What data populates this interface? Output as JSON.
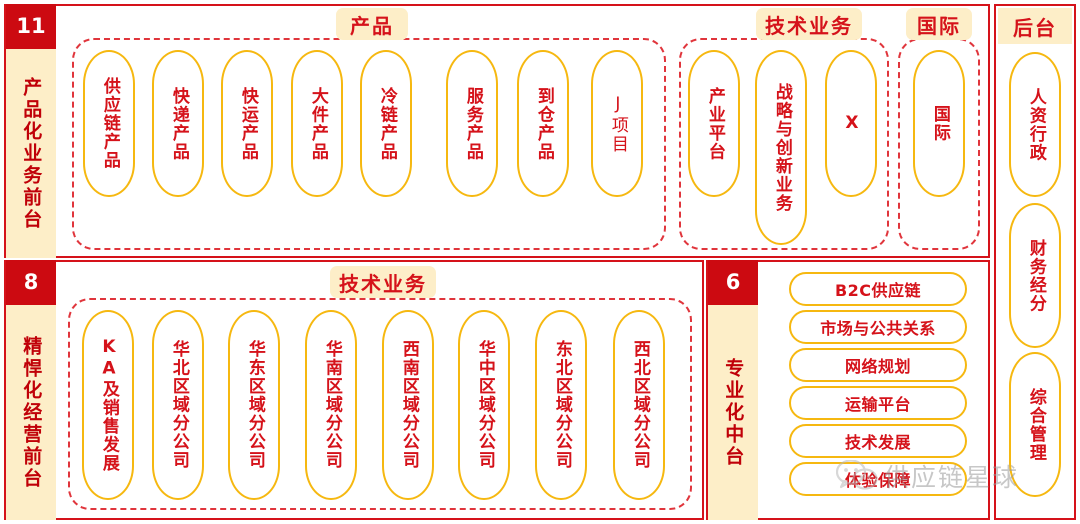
{
  "diagram": {
    "title": "组织架构图",
    "colors": {
      "badge_bg": "#cc0a11",
      "panel_border": "#d5121a",
      "sidebar_bg": "#fdeec8",
      "chip_bg": "#fdeec8",
      "card_border": "#f6b810",
      "text_red": "#d5121a",
      "dashed_border": "#e0353c"
    }
  },
  "rows": {
    "front_product": {
      "badge": "11",
      "sidebar_label": "产品化业务前台",
      "groups": [
        {
          "chip": "产品",
          "cards": [
            {
              "label": "供应链产品",
              "style": "bold"
            },
            {
              "label": "快递产品",
              "style": "bold"
            },
            {
              "label": "快运产品",
              "style": "bold"
            },
            {
              "label": "大件产品",
              "style": "bold"
            },
            {
              "label": "冷链产品",
              "style": "bold"
            },
            {
              "label": "服务产品",
              "style": "bold"
            },
            {
              "label": "到仓产品",
              "style": "bold"
            },
            {
              "label": "J项目",
              "style": "thin"
            }
          ]
        },
        {
          "chip": "技术业务",
          "cards": [
            {
              "label": "产业平台",
              "style": "bold"
            },
            {
              "label": "战略与创新业务",
              "style": "bold"
            },
            {
              "label": "X",
              "style": "bold"
            }
          ]
        },
        {
          "chip": "国际",
          "cards": [
            {
              "label": "国际",
              "style": "bold"
            }
          ]
        }
      ]
    },
    "front_operation": {
      "badge": "8",
      "sidebar_label": "精悍化经营前台",
      "groups": [
        {
          "chip": "技术业务",
          "cards": [
            {
              "label": "KA及销售发展",
              "style": "bold"
            },
            {
              "label": "华北区域分公司",
              "style": "bold"
            },
            {
              "label": "华东区域分公司",
              "style": "bold"
            },
            {
              "label": "华南区域分公司",
              "style": "bold"
            },
            {
              "label": "西南区域分公司",
              "style": "bold"
            },
            {
              "label": "华中区域分公司",
              "style": "bold"
            },
            {
              "label": "东北区域分公司",
              "style": "bold"
            },
            {
              "label": "西北区域分公司",
              "style": "bold"
            }
          ]
        }
      ]
    },
    "middle_platform": {
      "badge": "6",
      "sidebar_label": "专业化中台",
      "cards": [
        {
          "label": "B2C供应链"
        },
        {
          "label": "市场与公共关系"
        },
        {
          "label": "网络规划"
        },
        {
          "label": "运输平台"
        },
        {
          "label": "技术发展"
        },
        {
          "label": "体验保障"
        }
      ]
    },
    "back_office": {
      "chip": "后台",
      "cards": [
        {
          "label": "人资行政"
        },
        {
          "label": "财务经分"
        },
        {
          "label": "综合管理"
        }
      ]
    }
  },
  "watermark": {
    "icon": "wechat-icon",
    "text": "供应链星球"
  }
}
